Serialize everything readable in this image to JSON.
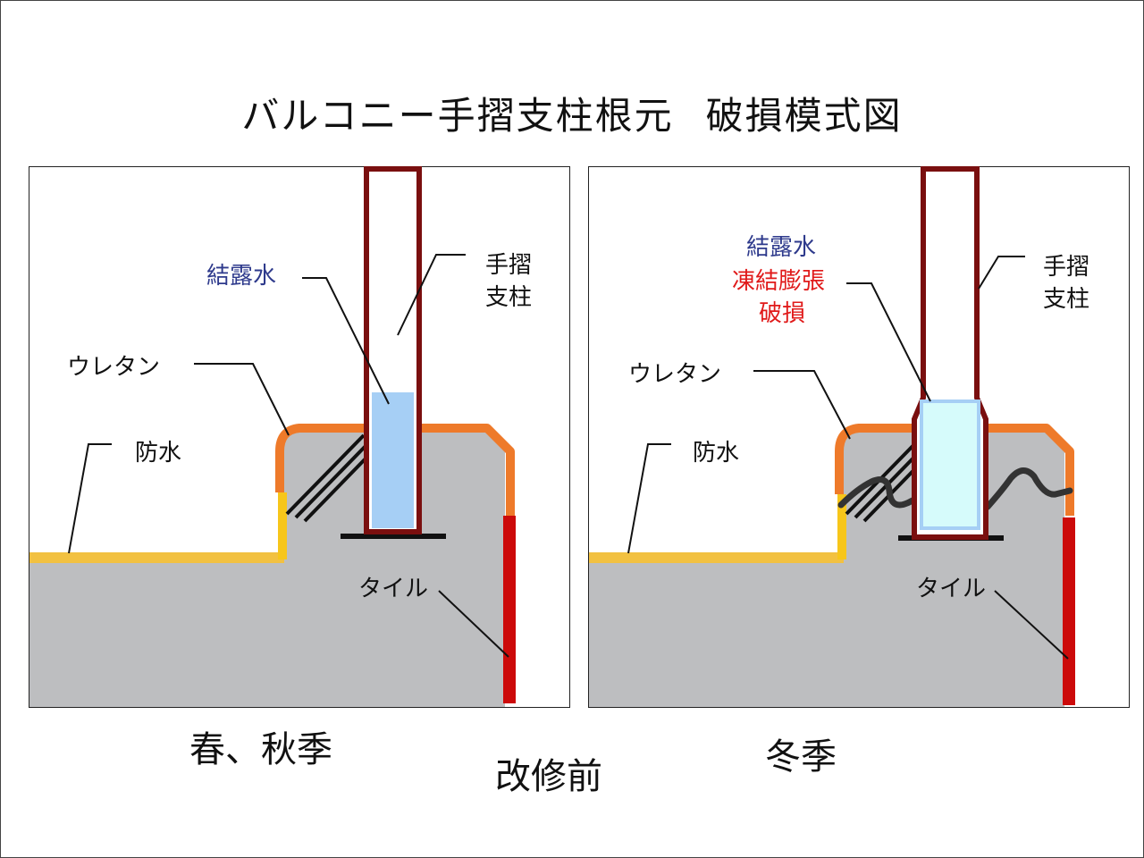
{
  "title": {
    "part1": "バルコニー手摺支柱根元",
    "part2": "破損模式図"
  },
  "left_panel": {
    "condensation": "結露水",
    "post_line1": "手摺",
    "post_line2": "支柱",
    "urethane": "ウレタン",
    "waterproof": "防水",
    "tile": "タイル"
  },
  "right_panel": {
    "condensation": "結露水",
    "freeze_line1": "凍結膨張",
    "freeze_line2": "破損",
    "post_line1": "手摺",
    "post_line2": "支柱",
    "urethane": "ウレタン",
    "waterproof": "防水",
    "tile": "タイル"
  },
  "captions": {
    "spring_autumn": "春、秋季",
    "winter": "冬季",
    "before_repair": "改修前"
  },
  "colors": {
    "concrete": "#bdbec0",
    "urethane_orange": "#ee7a2a",
    "waterproof_yellow": "#f2c141",
    "tile_red": "#cc0a0a",
    "post_maroon": "#7a0f0f",
    "water_blue": "#a6cff5",
    "ice_cyan": "#d6fbfb",
    "label_blue": "#2e3a8c",
    "label_red": "#e01a1a"
  }
}
